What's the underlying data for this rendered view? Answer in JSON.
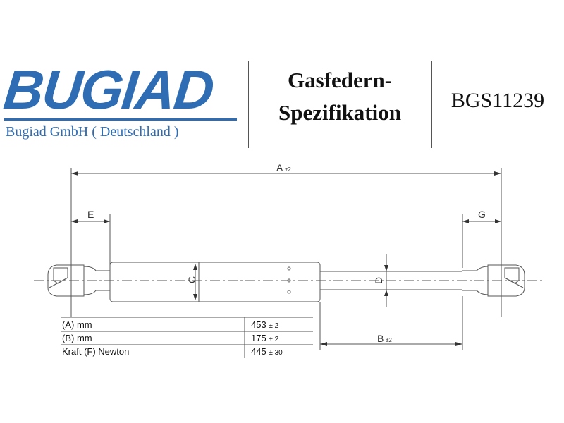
{
  "brand": {
    "logo_text": "BUGIAD",
    "company": "Bugiad GmbH ( Deutschland )",
    "color": "#2e6db4"
  },
  "title": {
    "line1": "Gasfedern-",
    "line2": "Spezifikation"
  },
  "part_number": "BGS11239",
  "diagram": {
    "label_a": "A",
    "label_a_tol": "±2",
    "label_b": "B",
    "label_b_tol": "±2",
    "label_c": "C",
    "label_d": "D",
    "label_e": "E",
    "label_g": "G"
  },
  "specs": [
    {
      "label": "(A) mm",
      "value": "453",
      "tol": "± 2"
    },
    {
      "label": "(B) mm",
      "value": "175",
      "tol": "± 2"
    },
    {
      "label": "Kraft (F) Newton",
      "value": "445",
      "tol": "± 30"
    }
  ]
}
